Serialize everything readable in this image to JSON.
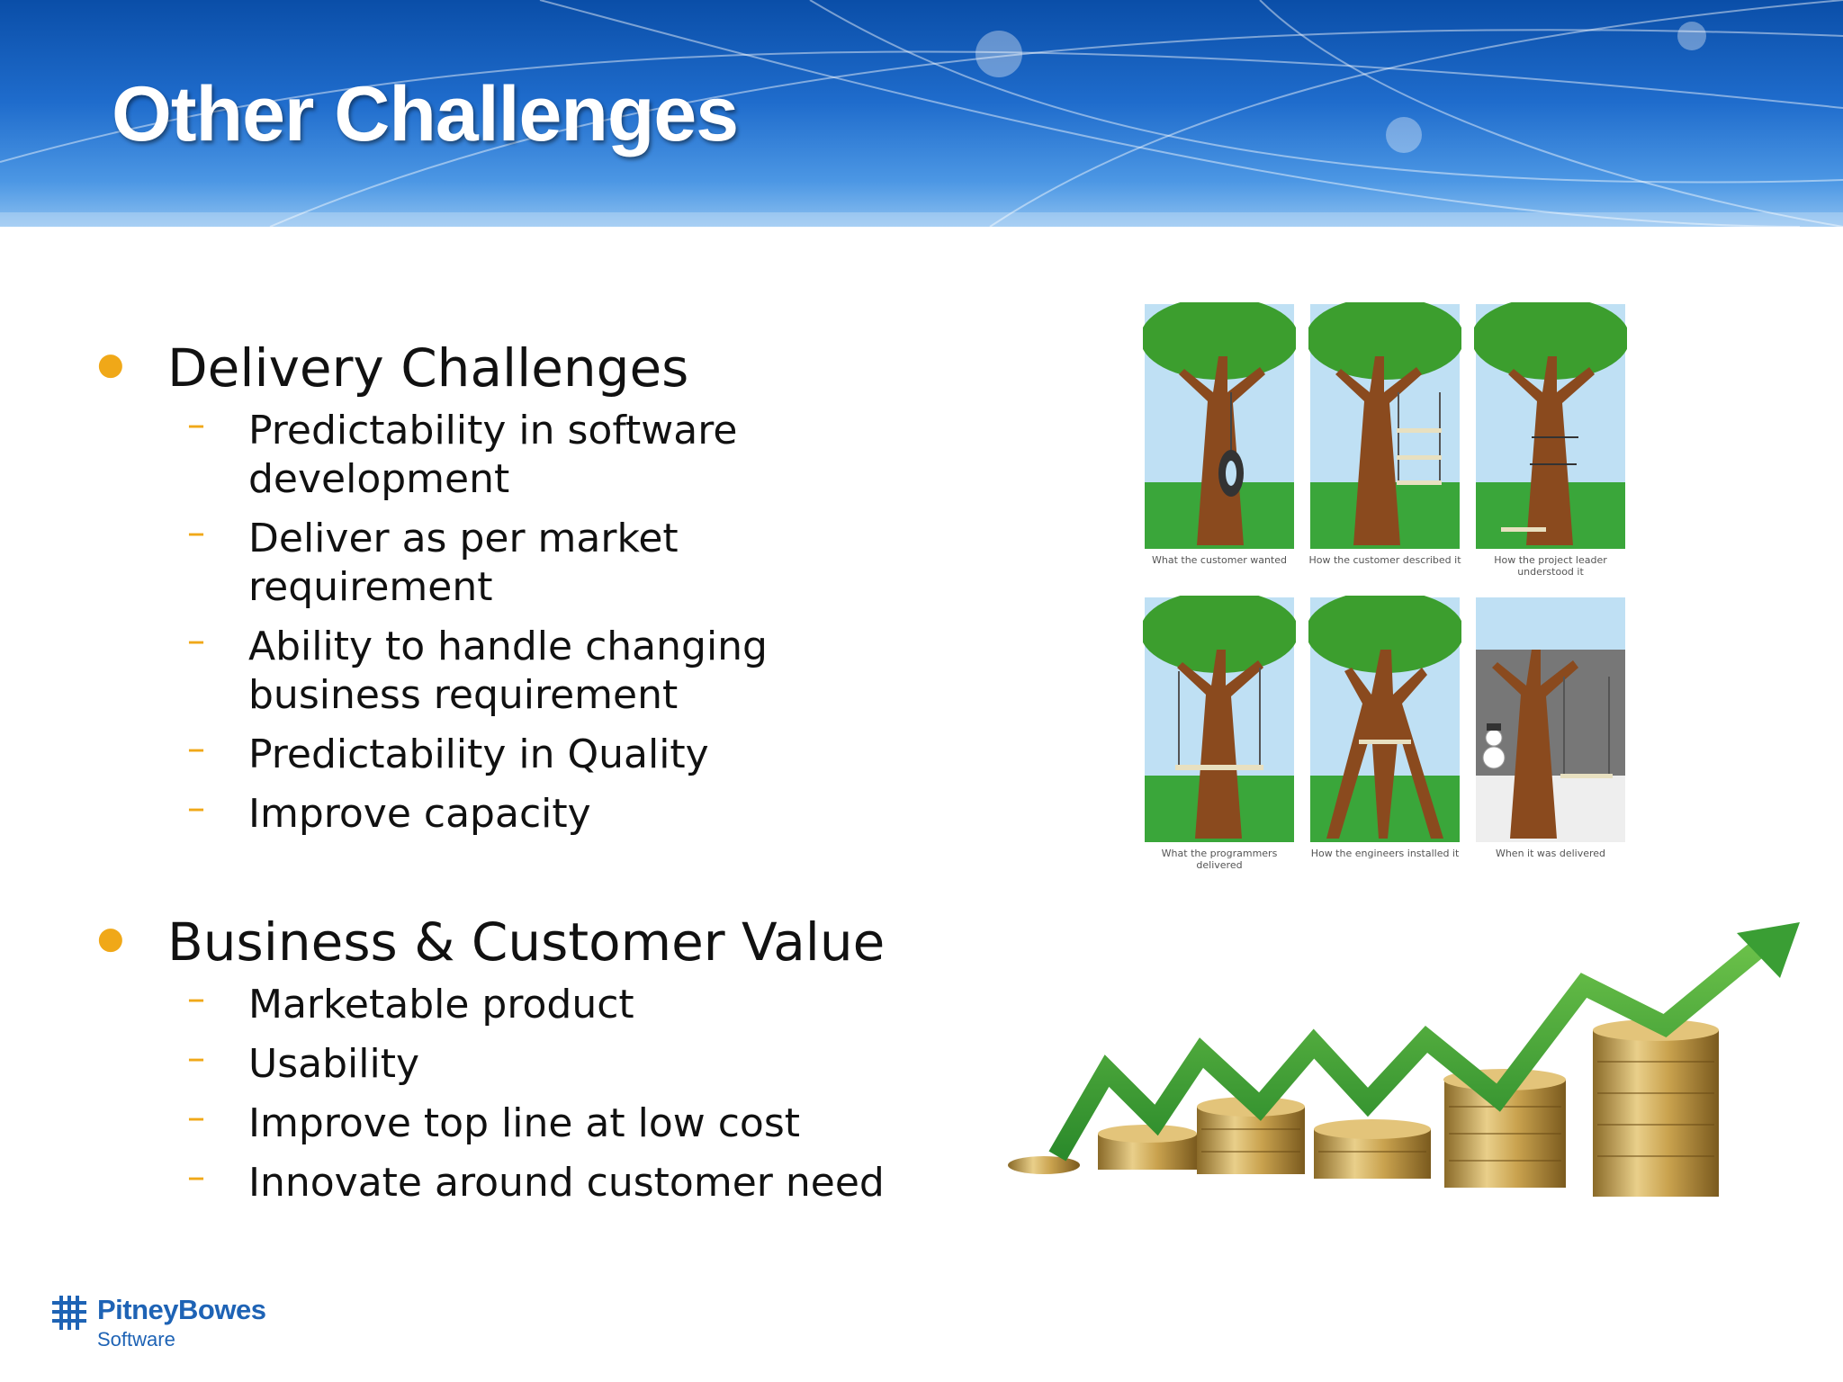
{
  "slide": {
    "title": "Other Challenges"
  },
  "sections": [
    {
      "heading": "Delivery Challenges",
      "items": [
        "Predictability in software",
        "development",
        "Deliver as per market",
        "requirement",
        "Ability to handle changing",
        "business requirement",
        "Predictability in Quality",
        "Improve capacity"
      ]
    },
    {
      "heading": "Business & Customer Value",
      "items": [
        "Marketable product",
        "Usability",
        "Improve top line at low cost",
        "Innovate around customer need"
      ]
    }
  ],
  "comic": {
    "captions": [
      "What the customer wanted",
      "How the customer described it",
      "How the project leader understood it",
      "What the programmers delivered",
      "How the engineers installed it",
      "When it was delivered"
    ]
  },
  "logo": {
    "name": "PitneyBowes",
    "sub": "Software"
  },
  "colors": {
    "accent_bullet": "#f0a818",
    "banner": "#1f6ccc",
    "brand": "#1e63b5"
  }
}
